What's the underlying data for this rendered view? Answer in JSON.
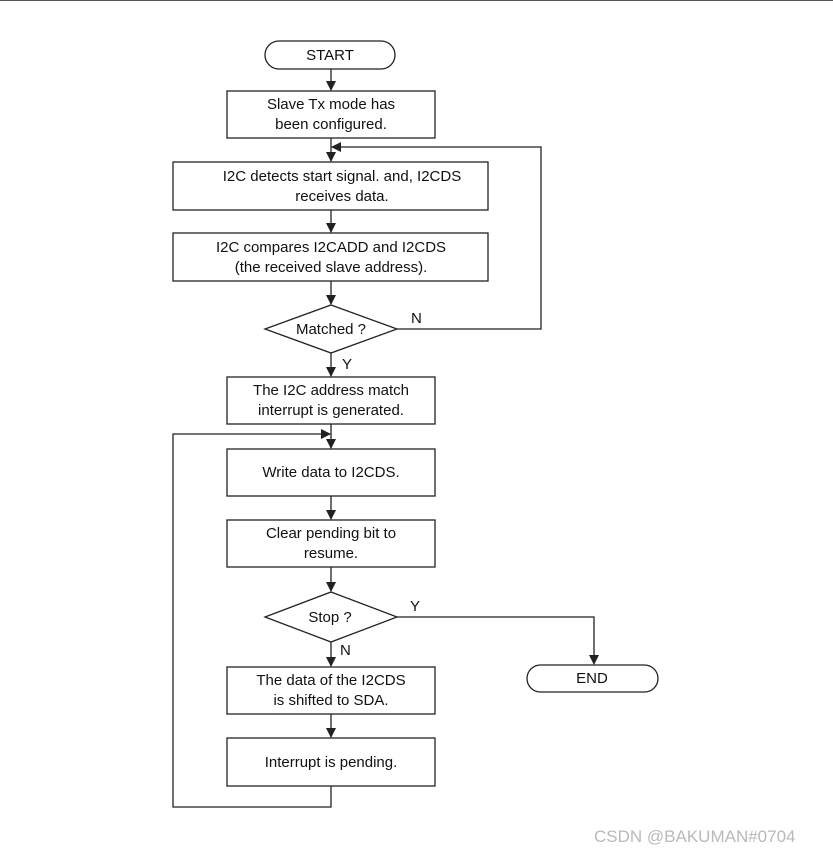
{
  "nodes": {
    "start": [
      "START"
    ],
    "configured": [
      "Slave Tx mode has",
      "been configured."
    ],
    "detect": [
      "I2C detects start signal. and, I2CDS",
      "receives data."
    ],
    "compare": [
      "I2C compares I2CADD and I2CDS",
      "(the received slave address)."
    ],
    "matched": [
      "Matched ?"
    ],
    "match_irq": [
      "The I2C address match",
      "interrupt is generated."
    ],
    "write": [
      "Write data to I2CDS."
    ],
    "clear": [
      "Clear pending bit to",
      "resume."
    ],
    "stop": [
      "Stop ?"
    ],
    "shift": [
      "The data of the I2CDS",
      "is shifted to SDA."
    ],
    "pending": [
      "Interrupt is pending."
    ],
    "end": [
      "END"
    ]
  },
  "edge_labels": {
    "matched_no": "N",
    "matched_yes": "Y",
    "stop_yes": "Y",
    "stop_no": "N"
  },
  "watermark": "CSDN @BAKUMAN#0704",
  "colors": {
    "line": "#222222",
    "text": "#111111",
    "watermark": "#b9b9b9"
  }
}
